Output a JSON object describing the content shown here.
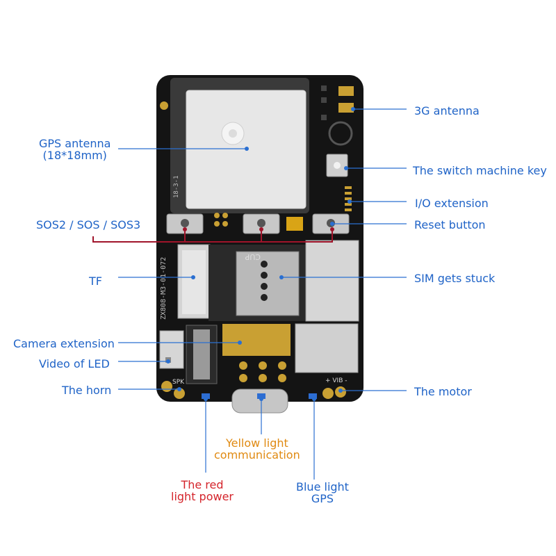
{
  "labels": {
    "gps_antenna": "GPS antenna\n(18*18mm)",
    "sos": "SOS2 / SOS / SOS3",
    "tf": "TF",
    "camera_extension": "Camera extension",
    "video_led": "Video of LED",
    "horn": "The horn",
    "antenna_3g": "3G antenna",
    "switch_key": "The switch machine key",
    "io_extension": "I/O extension",
    "reset_button": "Reset button",
    "sim": "SIM gets stuck",
    "motor": "The motor",
    "yellow_light": "Yellow light\ncommunication",
    "red_light": "The red\nlight power",
    "blue_light": "Blue light\nGPS"
  },
  "board_marks": {
    "side_text": "ZX808-M3-01-072",
    "silk_small": "18-3-1",
    "spk": "SPK",
    "vib": "+ VIB -",
    "card_arrow": "CUP"
  },
  "colors": {
    "label_blue": "#1f63c7",
    "label_red": "#d4242b",
    "label_yellow": "#e08a12",
    "leader_red": "#a0142a",
    "board": "#141414",
    "gold": "#c9a033"
  }
}
